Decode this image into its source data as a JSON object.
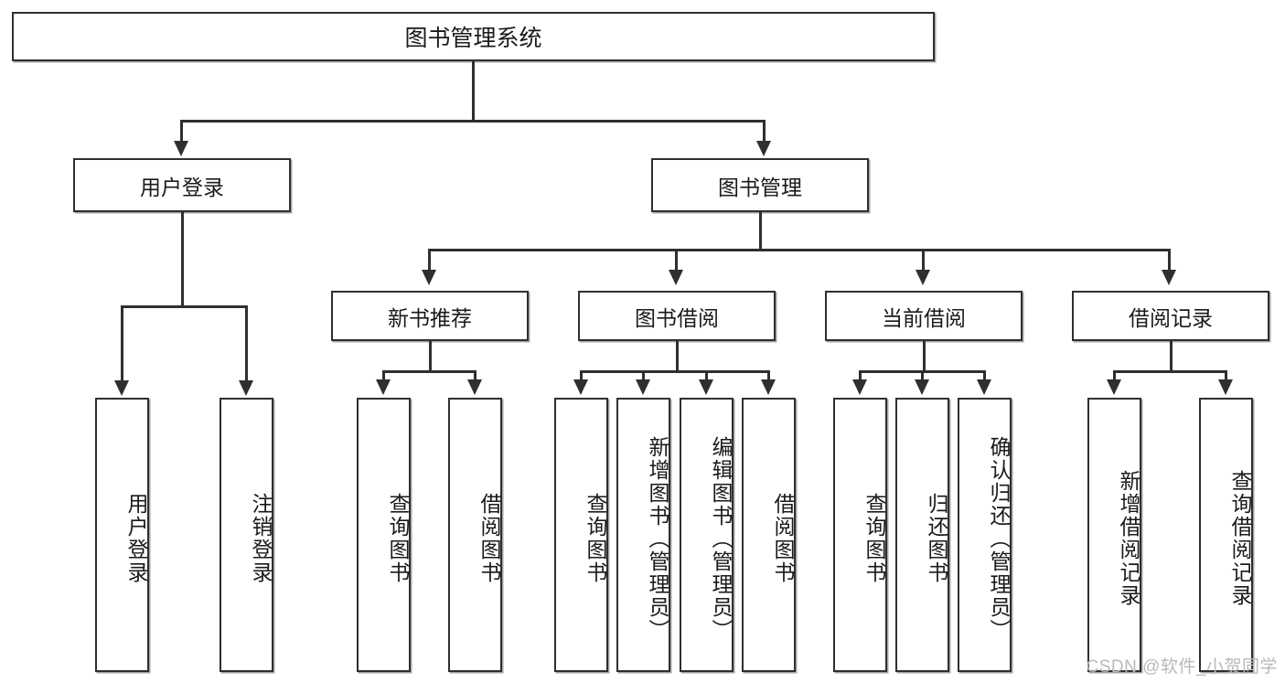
{
  "diagram": {
    "title": "图书管理系统",
    "watermark": "CSDN @软件_小贺同学",
    "colors": {
      "stroke": "#2f2f2f",
      "fill": "#ffffff",
      "text": "#1a1a1a",
      "watermark": "#b9b9b9"
    },
    "root": {
      "label": "图书管理系统"
    },
    "level2": [
      {
        "label": "用户登录"
      },
      {
        "label": "图书管理"
      }
    ],
    "level3": [
      {
        "label": "新书推荐"
      },
      {
        "label": "图书借阅"
      },
      {
        "label": "当前借阅"
      },
      {
        "label": "借阅记录"
      }
    ],
    "leaves": {
      "user_login": [
        {
          "label": "用户登录"
        },
        {
          "label": "注销登录"
        }
      ],
      "new_book_recommend": [
        {
          "label": "查询图书"
        },
        {
          "label": "借阅图书"
        }
      ],
      "book_borrow": [
        {
          "label": "查询图书"
        },
        {
          "label": "新增图书（管理员）"
        },
        {
          "label": "编辑图书（管理员）"
        },
        {
          "label": "借阅图书"
        }
      ],
      "current_borrow": [
        {
          "label": "查询图书"
        },
        {
          "label": "归还图书"
        },
        {
          "label": "确认归还（管理员）"
        }
      ],
      "borrow_record": [
        {
          "label": "新增借阅记录"
        },
        {
          "label": "查询借阅记录"
        }
      ]
    }
  },
  "chart_data": {
    "type": "table",
    "title": "图书管理系统",
    "nodes": [
      {
        "id": "root",
        "label": "图书管理系统",
        "level": 1,
        "parent": null
      },
      {
        "id": "user_login",
        "label": "用户登录",
        "level": 2,
        "parent": "root"
      },
      {
        "id": "book_manage",
        "label": "图书管理",
        "level": 2,
        "parent": "root"
      },
      {
        "id": "new_book_recommend",
        "label": "新书推荐",
        "level": 3,
        "parent": "book_manage"
      },
      {
        "id": "book_borrow",
        "label": "图书借阅",
        "level": 3,
        "parent": "book_manage"
      },
      {
        "id": "current_borrow",
        "label": "当前借阅",
        "level": 3,
        "parent": "book_manage"
      },
      {
        "id": "borrow_record",
        "label": "借阅记录",
        "level": 3,
        "parent": "book_manage"
      },
      {
        "id": "ul-1",
        "label": "用户登录",
        "level": 3,
        "parent": "user_login"
      },
      {
        "id": "ul-2",
        "label": "注销登录",
        "level": 3,
        "parent": "user_login"
      },
      {
        "id": "nbr-1",
        "label": "查询图书",
        "level": 4,
        "parent": "new_book_recommend"
      },
      {
        "id": "nbr-2",
        "label": "借阅图书",
        "level": 4,
        "parent": "new_book_recommend"
      },
      {
        "id": "bb-1",
        "label": "查询图书",
        "level": 4,
        "parent": "book_borrow"
      },
      {
        "id": "bb-2",
        "label": "新增图书（管理员）",
        "level": 4,
        "parent": "book_borrow"
      },
      {
        "id": "bb-3",
        "label": "编辑图书（管理员）",
        "level": 4,
        "parent": "book_borrow"
      },
      {
        "id": "bb-4",
        "label": "借阅图书",
        "level": 4,
        "parent": "book_borrow"
      },
      {
        "id": "cb-1",
        "label": "查询图书",
        "level": 4,
        "parent": "current_borrow"
      },
      {
        "id": "cb-2",
        "label": "归还图书",
        "level": 4,
        "parent": "current_borrow"
      },
      {
        "id": "cb-3",
        "label": "确认归还（管理员）",
        "level": 4,
        "parent": "current_borrow"
      },
      {
        "id": "br-1",
        "label": "新增借阅记录",
        "level": 4,
        "parent": "borrow_record"
      },
      {
        "id": "br-2",
        "label": "查询借阅记录",
        "level": 4,
        "parent": "borrow_record"
      }
    ]
  }
}
